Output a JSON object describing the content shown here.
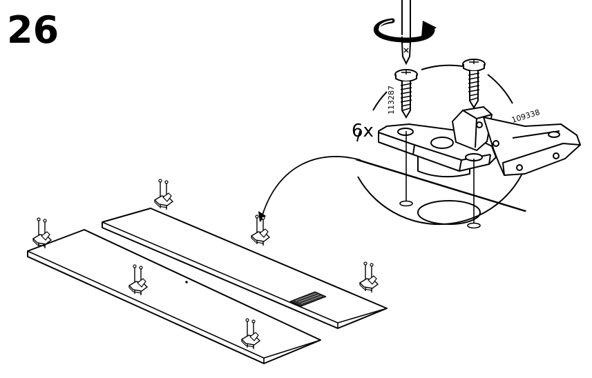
{
  "step": {
    "number": "26"
  },
  "detail": {
    "quantity": "6x",
    "parts": [
      {
        "number": "113287",
        "icon": "screw-icon"
      },
      {
        "number": "109338",
        "icon": "hinge-mounting-plate-icon"
      }
    ],
    "tool_icon": "phillips-screwdriver-icon",
    "action_icon": "clockwise-rotation-arrow-icon"
  },
  "panels": {
    "count": 2,
    "hinge_plates_per_panel": 3,
    "label_icon": "barcode-label-icon"
  }
}
